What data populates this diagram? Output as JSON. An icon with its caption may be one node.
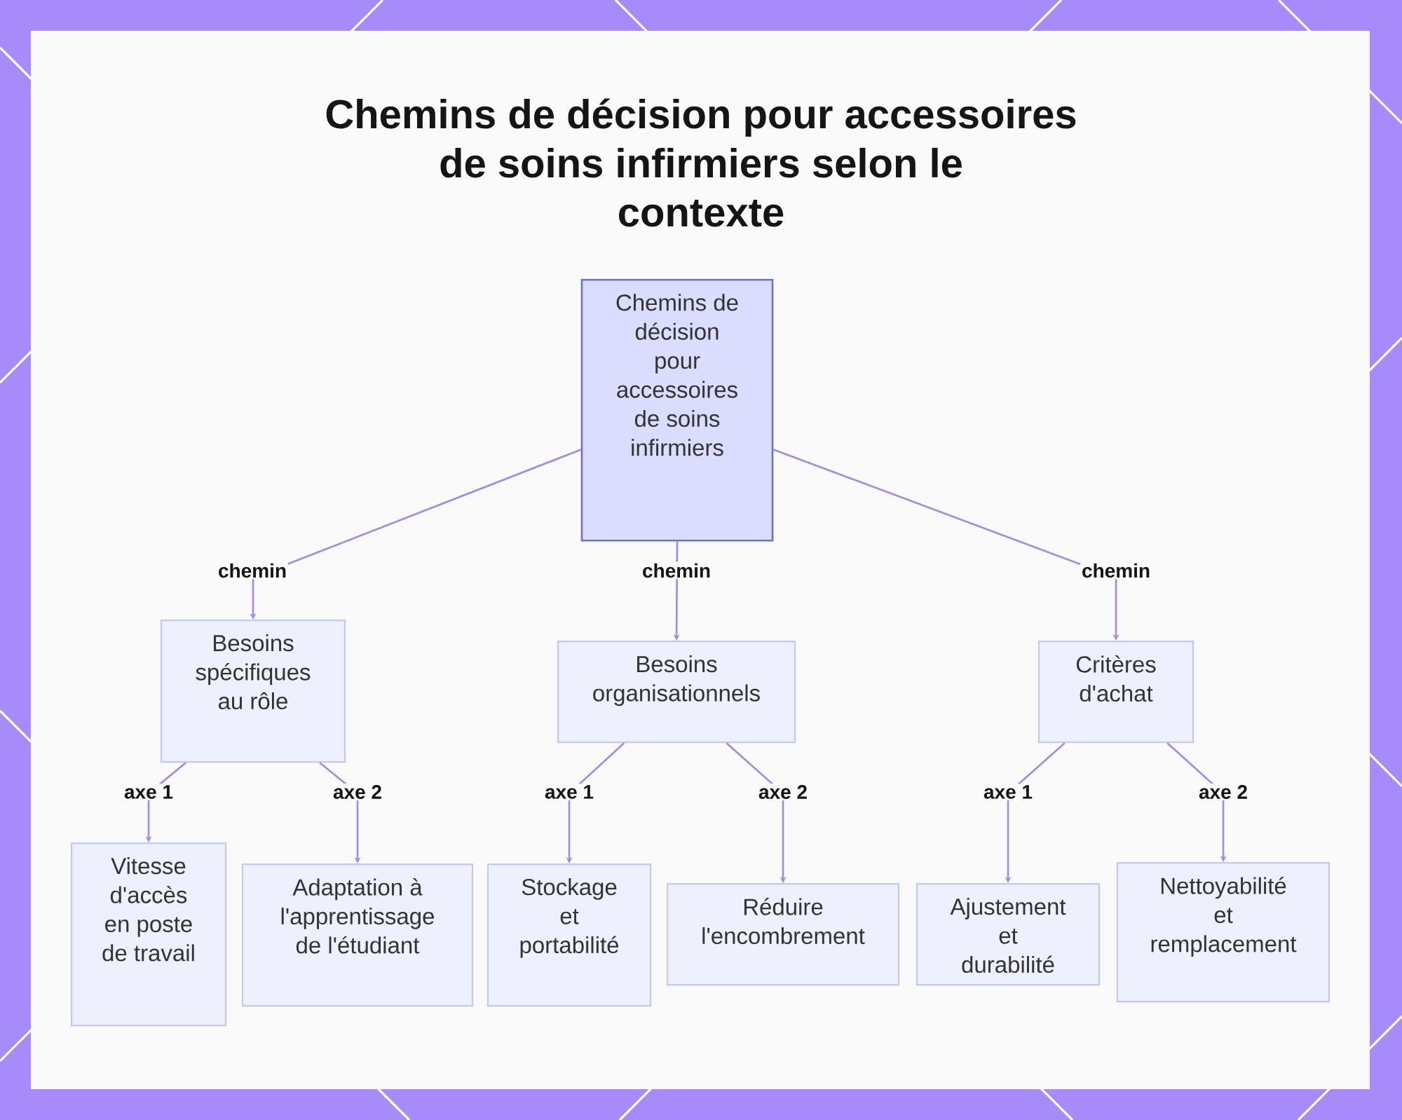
{
  "diagram": {
    "title": "Chemins de décision pour accessoires de soins infirmiers selon le contexte",
    "nodes": [
      {
        "text": [
          "Chemins de décision pour accessoires de soins infirmiers"
        ]
      },
      {
        "text": [
          "Besoins spécifiques au rôle"
        ]
      },
      {
        "text": [
          "Besoins organisationnels"
        ]
      },
      {
        "text": [
          "Critères d'achat"
        ]
      },
      {
        "text": [
          "Vitesse d'accès en poste de travail"
        ]
      },
      {
        "text": [
          "Adaptation à l'apprentissage de l'étudiant"
        ]
      },
      {
        "text": [
          "Stockage et portabilité"
        ]
      },
      {
        "text": [
          "Réduire l'encombrement"
        ]
      },
      {
        "text": [
          "Ajustement et durabilité"
        ]
      },
      {
        "text": [
          "Nettoyabilité et remplacement"
        ]
      }
    ],
    "edges": [
      {
        "from": 0,
        "to": 1,
        "arrow": "to",
        "label": "chemin"
      },
      {
        "from": 0,
        "to": 2,
        "arrow": "to",
        "label": "chemin"
      },
      {
        "from": 0,
        "to": 3,
        "arrow": "to",
        "label": "chemin"
      },
      {
        "from": 1,
        "to": 4,
        "arrow": "to",
        "label": "axe 1"
      },
      {
        "from": 1,
        "to": 5,
        "arrow": "to",
        "label": "axe 2"
      },
      {
        "from": 2,
        "to": 6,
        "arrow": "to",
        "label": "axe 1"
      },
      {
        "from": 2,
        "to": 7,
        "arrow": "to",
        "label": "axe 2"
      },
      {
        "from": 3,
        "to": 8,
        "arrow": "to",
        "label": "axe 1"
      },
      {
        "from": 3,
        "to": 9,
        "arrow": "to",
        "label": "axe 2"
      }
    ]
  }
}
